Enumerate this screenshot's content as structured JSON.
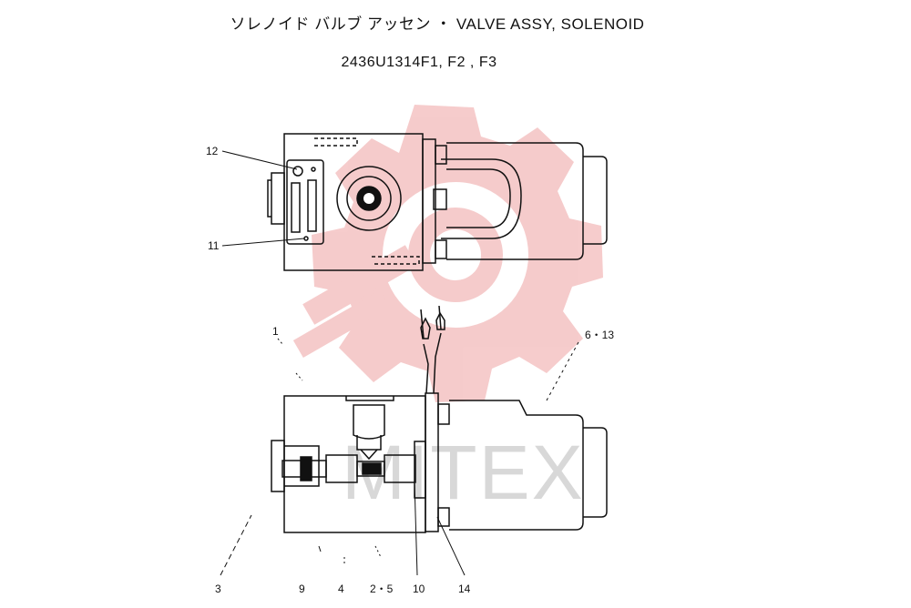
{
  "header": {
    "title": "ソレノイド バルブ アッセン ・ VALVE ASSY, SOLENOID",
    "part_numbers": "2436U1314F1, F2 , F3"
  },
  "watermark": {
    "text": "MITEX",
    "color": "#f3c2c2"
  },
  "callouts": {
    "c12": "12",
    "c11": "11",
    "c1": "1",
    "c6_13": "6・13",
    "c3": "3",
    "c9": "9",
    "c4": "4",
    "c2_5": "2・5",
    "c10": "10",
    "c14": "14"
  },
  "colors": {
    "line": "#111111",
    "watermark_gear": "#f5c6c6",
    "watermark_text": "#d6d6d6"
  }
}
